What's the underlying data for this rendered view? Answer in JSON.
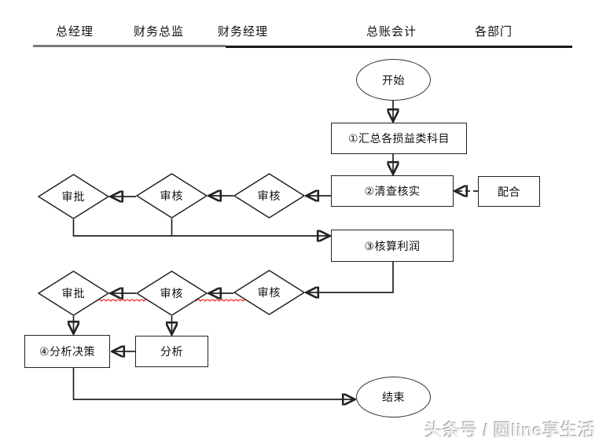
{
  "header": {
    "columns": [
      {
        "label": "总经理"
      },
      {
        "label": "财务总监"
      },
      {
        "label": "财务经理"
      },
      {
        "label": "总账会计"
      },
      {
        "label": "各部门"
      }
    ]
  },
  "nodes": {
    "start": "开始",
    "step1": "①汇总各损益类科目",
    "step2": "②清查核实",
    "cooperate": "配合",
    "review": "审核",
    "approve": "审批",
    "step3": "③核算利润",
    "analysis": "分析",
    "step4": "④分析决策",
    "end": "结束"
  },
  "watermark": {
    "text": "头条号 / 圆line享生活"
  },
  "colors": {
    "line": "#222222",
    "box_border": "#222222",
    "squiggle": "#ff0000",
    "divider_left": "#7a7a7a",
    "divider_right": "#1a1a1a",
    "watermark": "#f0f0f0"
  }
}
